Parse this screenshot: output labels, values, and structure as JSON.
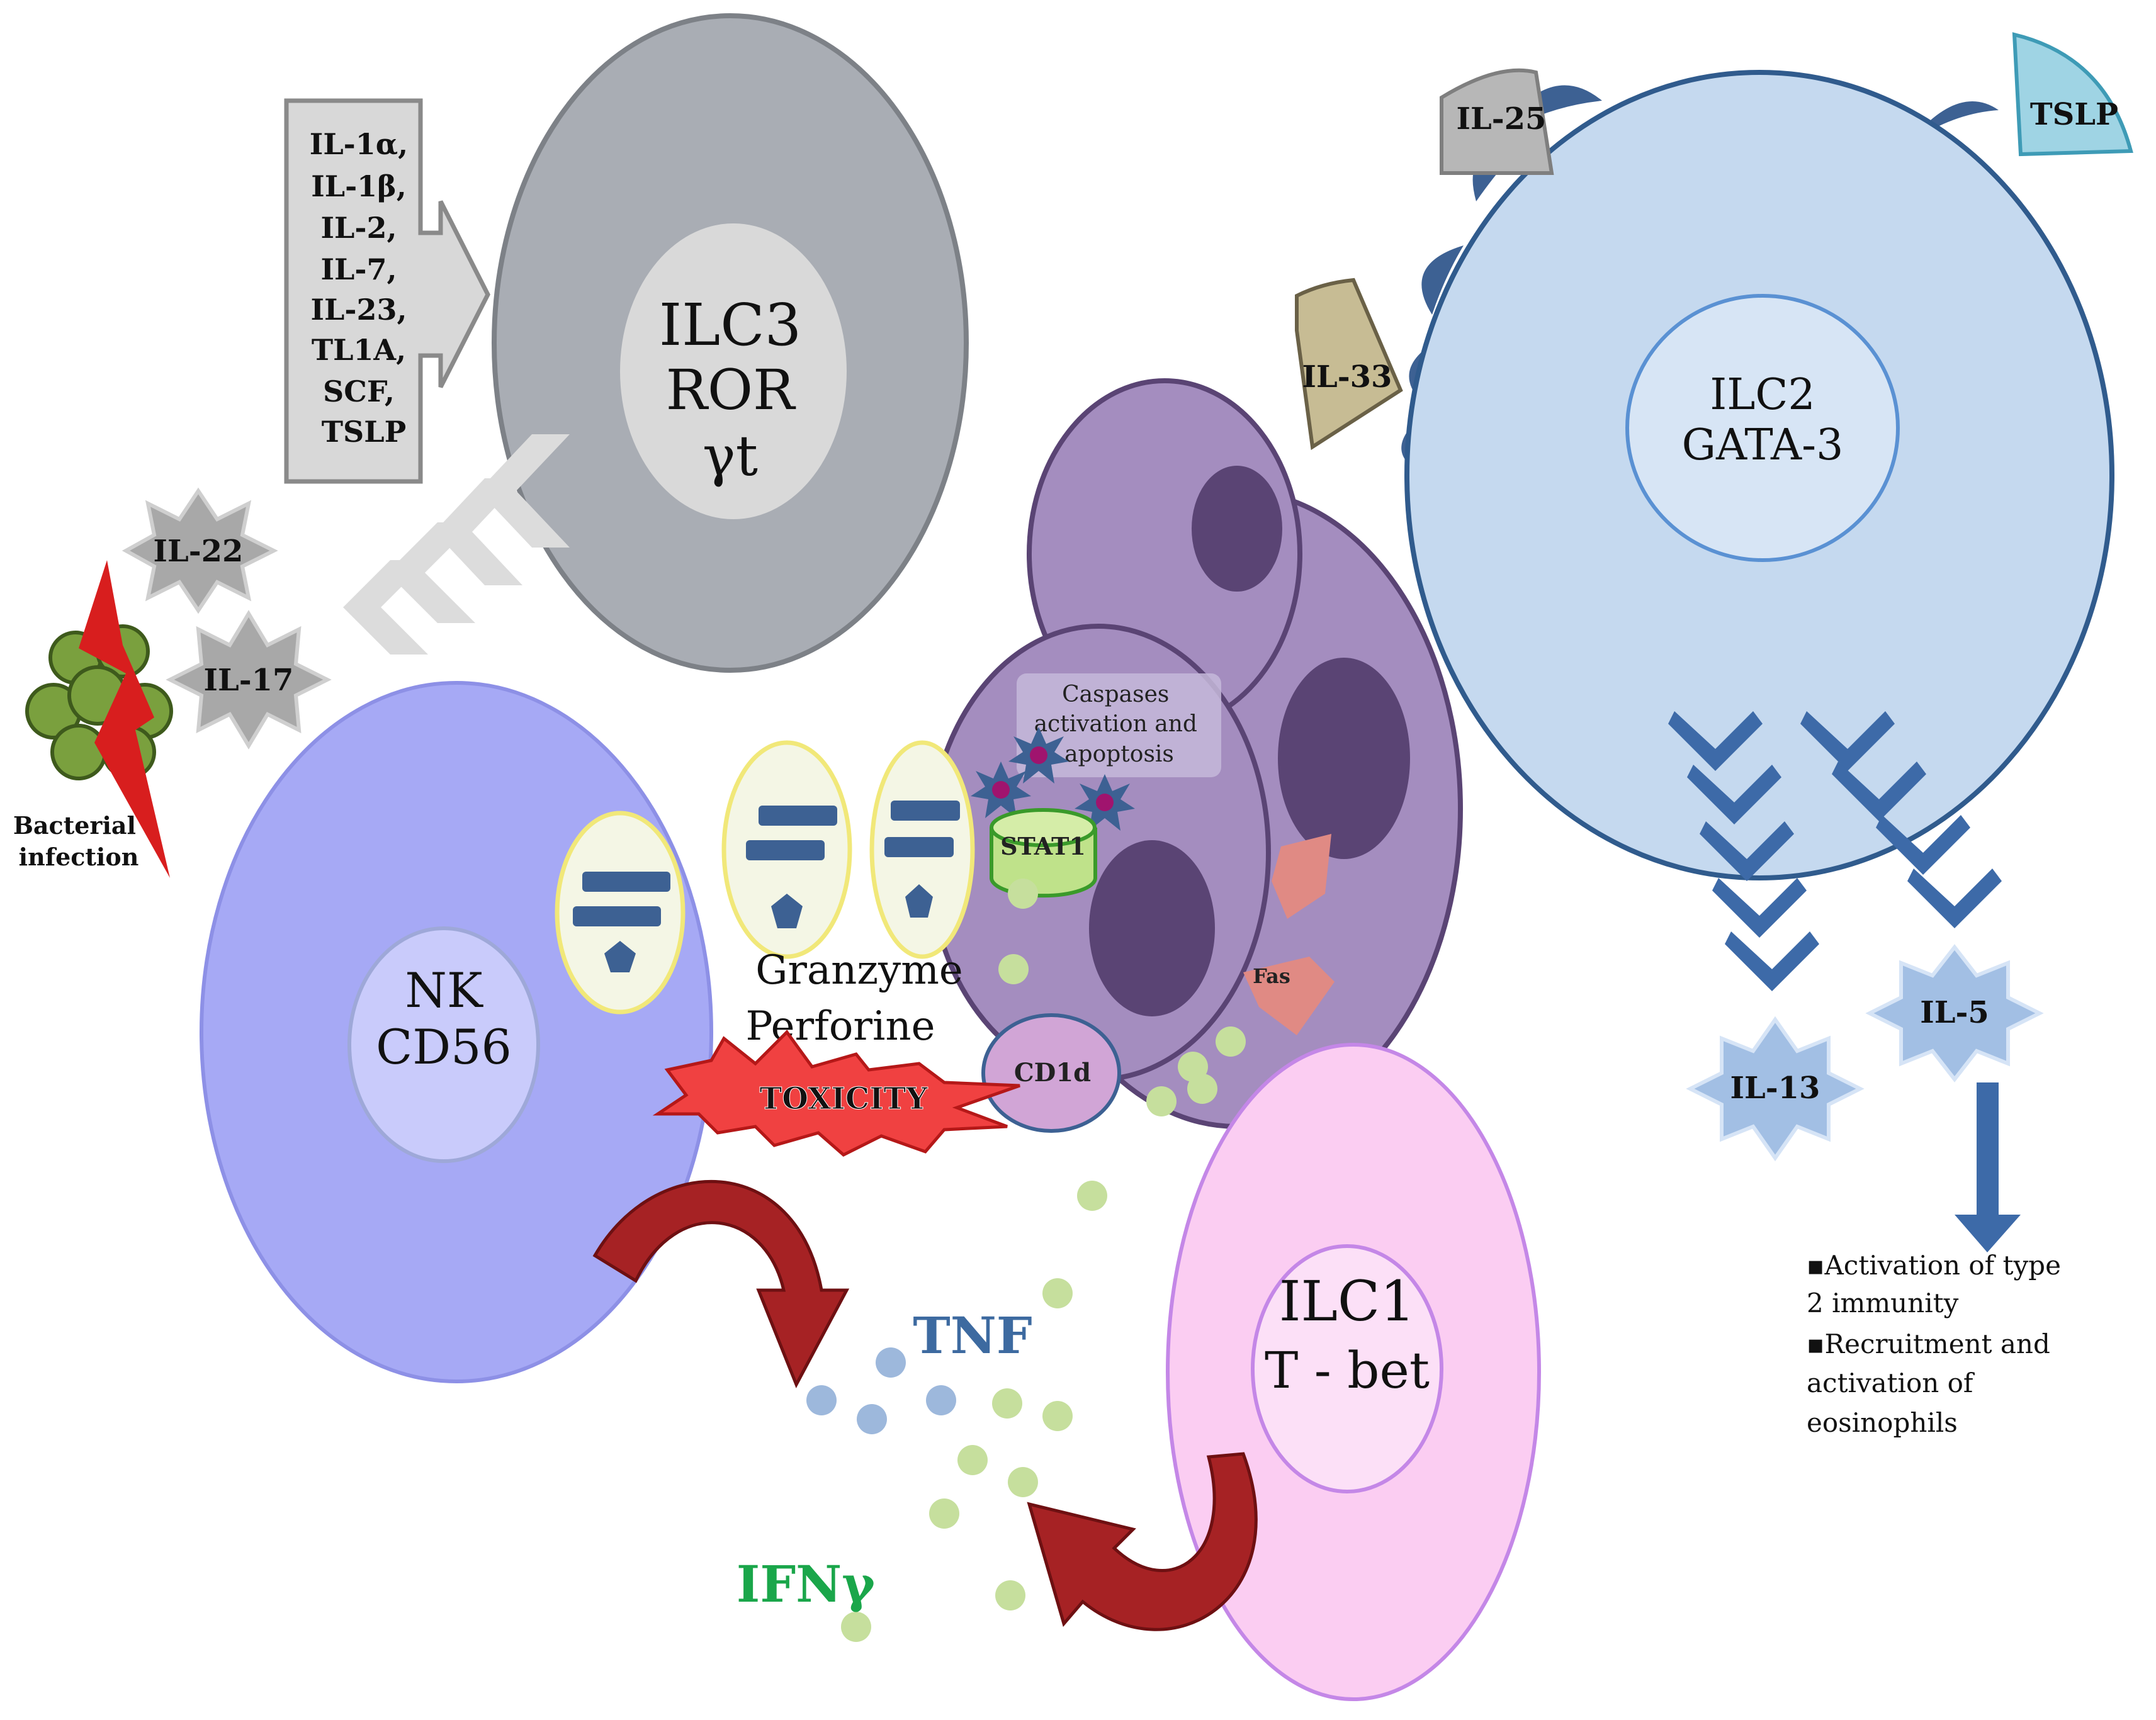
{
  "cells": {
    "ilc3": {
      "name": "ILC3",
      "factor_line1": "ROR",
      "factor_line2": "γt"
    },
    "ilc2": {
      "name": "ILC2",
      "factor": "GATA-3"
    },
    "nk": {
      "name": "NK",
      "marker": "CD56"
    },
    "ilc1": {
      "name": "ILC1",
      "factor": "T - bet"
    }
  },
  "ilc3_inducers": [
    "IL-1α,",
    "IL-1β,",
    "IL-2,",
    "IL-7,",
    "IL-23,",
    "TL1A,",
    "SCF,",
    "TSLP"
  ],
  "ilc3_outputs": [
    "IL-22",
    "IL-17"
  ],
  "bacterial_label": [
    "Bacterial",
    "infection"
  ],
  "ilc2_inducers": [
    "IL-25",
    "TSLP",
    "IL-33"
  ],
  "ilc2_outputs": [
    "IL-5",
    "IL-13"
  ],
  "ilc2_effects": [
    "▪Activation of type",
    "2 immunity",
    "▪Recruitment and",
    "activation of",
    "eosinophils"
  ],
  "target_cell": {
    "caspase_label": [
      "Caspases",
      "activation and",
      "apoptosis"
    ],
    "stat1": "STAT1",
    "fas": "Fas",
    "cd1d": "CD1d"
  },
  "nk_labels": {
    "granzyme": "Granzyme",
    "perforine": "Perforine",
    "toxicity": "TOXICITY"
  },
  "cytokines": {
    "tnf": "TNF",
    "ifng": "IFNγ"
  },
  "colors": {
    "ilc3": "#a9adb4",
    "ilc2": "#c5d9ef",
    "nk": "#a6a9f5",
    "ilc1": "#fbcdf2",
    "target": "#a48dbf",
    "receptor_blue": "#3d6193",
    "arrow_red": "#a62224",
    "tnf_blue": "#3d6aa0",
    "ifng_green": "#1aa64a",
    "dot_green": "#c6df9d",
    "dot_blue": "#9db8dc"
  }
}
